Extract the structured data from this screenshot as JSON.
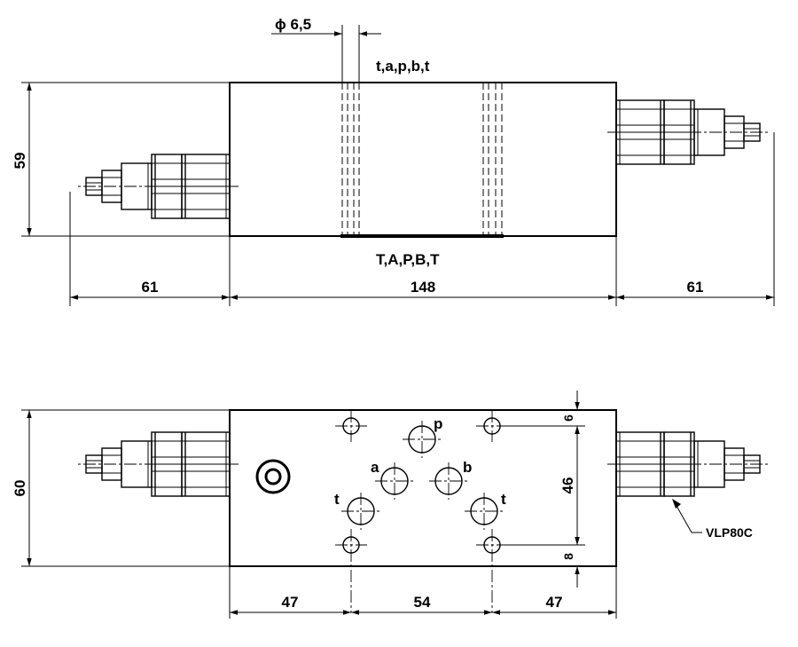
{
  "top_view": {
    "hole_diameter": "ϕ 6,5",
    "ports_top": "t,a,p,b,t",
    "ports_bottom": "T,A,P,B,T",
    "height": "59",
    "left_width": "61",
    "body_width": "148",
    "right_width": "61"
  },
  "bottom_view": {
    "height": "60",
    "port_p": "p",
    "port_a": "a",
    "port_b": "b",
    "port_t_left": "t",
    "port_t_right": "t",
    "dim_top": "6",
    "dim_mid": "46",
    "dim_bottom": "8",
    "left_width": "47",
    "mid_width": "54",
    "right_width": "47",
    "model": "VLP80C"
  }
}
